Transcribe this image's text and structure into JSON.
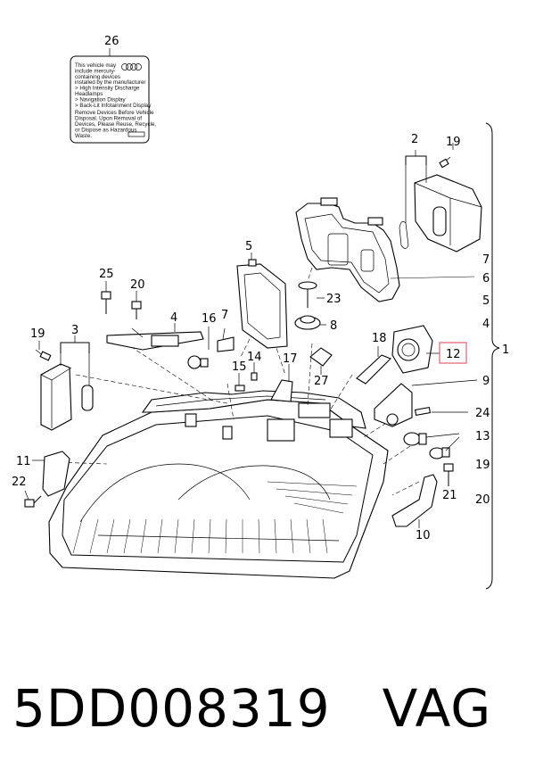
{
  "diagram": {
    "label_sticker": {
      "number": "26",
      "lines": [
        "This vehicle may",
        "include mercury-",
        "containing devices",
        "installed by the manufacturer",
        "> High Intensity Discharge",
        "  Headlamps",
        "> Navigation Display",
        "> Back-Lit Infotainment Display",
        "Remove Devices Before Vehicle",
        "Disposal. Upon Removal of",
        "Devices, Please Reuse, Recycle,",
        "or Dispose as Hazardous",
        "Waste."
      ]
    },
    "callouts": {
      "c2": "2",
      "c19a": "19",
      "c7a": "7",
      "c6": "6",
      "c5a": "5",
      "c4a": "4",
      "c1": "1",
      "c5b": "5",
      "c25": "25",
      "c20a": "20",
      "c23": "23",
      "c8": "8",
      "c3": "3",
      "c4b": "4",
      "c16": "16",
      "c7b": "7",
      "c19b": "19",
      "c18": "18",
      "c12": "12",
      "c15": "15",
      "c14": "14",
      "c17": "17",
      "c27": "27",
      "c9": "9",
      "c24": "24",
      "c13": "13",
      "c11": "11",
      "c19c": "19",
      "c22": "22",
      "c21": "21",
      "c20b": "20",
      "c10": "10"
    },
    "highlight_color": "#e06070"
  },
  "footer": {
    "part_number": "5DD008319",
    "brand": "VAG"
  }
}
